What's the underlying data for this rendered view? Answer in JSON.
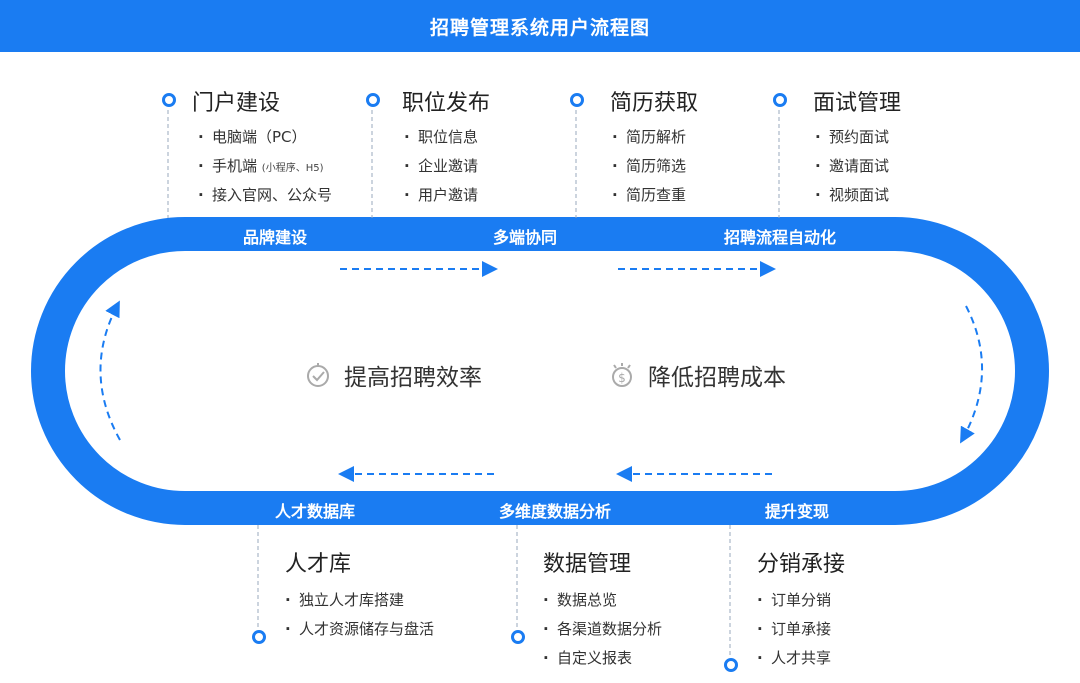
{
  "header": {
    "title": "招聘管理系统用户流程图"
  },
  "ring": {
    "top_labels": [
      "品牌建设",
      "多端协同",
      "招聘流程自动化"
    ],
    "bottom_labels": [
      "人才数据库",
      "多维度数据分析",
      "提升变现"
    ]
  },
  "center": {
    "left": "提高招聘效率",
    "right": "降低招聘成本"
  },
  "top_blocks": [
    {
      "title": "门户建设",
      "items": [
        "电脑端（PC）",
        "手机端",
        "接入官网、公众号"
      ],
      "item2_small": "(小程序、H5)"
    },
    {
      "title": "职位发布",
      "items": [
        "职位信息",
        "企业邀请",
        "用户邀请"
      ]
    },
    {
      "title": "简历获取",
      "items": [
        "简历解析",
        "简历筛选",
        "简历查重"
      ]
    },
    {
      "title": "面试管理",
      "items": [
        "预约面试",
        "邀请面试",
        "视频面试"
      ]
    }
  ],
  "bottom_blocks": [
    {
      "title": "人才库",
      "items": [
        "独立人才库搭建",
        "人才资源储存与盘活"
      ]
    },
    {
      "title": "数据管理",
      "items": [
        "数据总览",
        "各渠道数据分析",
        "自定义报表"
      ]
    },
    {
      "title": "分销承接",
      "items": [
        "订单分销",
        "订单承接",
        "人才共享"
      ]
    }
  ],
  "colors": {
    "primary": "#1a7cf2",
    "arrow": "#1a7cf2",
    "connector": "#9aa9bd"
  },
  "icons": {
    "left_center": "clock-check-icon",
    "right_center": "dollar-coin-icon"
  }
}
